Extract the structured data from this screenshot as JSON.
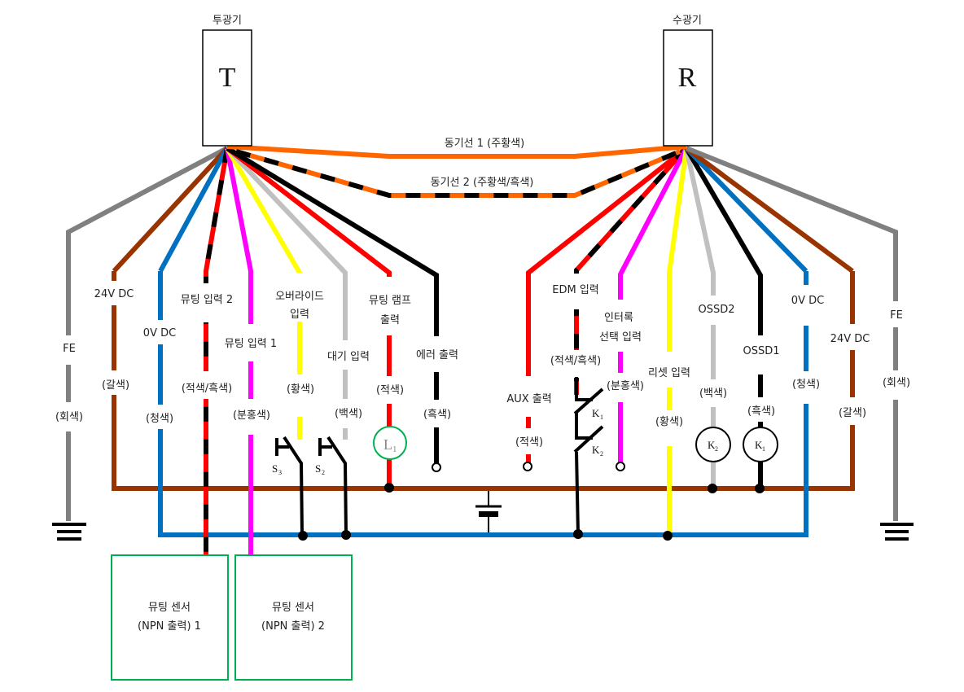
{
  "emitter": {
    "title": "투광기",
    "letter": "T"
  },
  "receiver": {
    "title": "수광기",
    "letter": "R"
  },
  "sync": {
    "line1": "동기선 1 (주황색)",
    "line2": "동기선 2 (주황색/흑색)"
  },
  "colors": {
    "gray": "#808080",
    "brown": "#993300",
    "blue": "#0070C0",
    "red": "#FF0000",
    "black": "#000000",
    "magenta": "#FF00FF",
    "yellow": "#FFFF00",
    "white_wire": "#C0C0C0",
    "orange": "#FF6600",
    "green": "#00B050"
  },
  "emitter_wires": [
    {
      "name": "FE",
      "color": "(회색)"
    },
    {
      "name": "24V DC",
      "color": "(갈색)"
    },
    {
      "name": "0V DC",
      "color": "(청색)"
    },
    {
      "name": "뮤팅 입력 2",
      "color": "(적색/흑색)"
    },
    {
      "name": "뮤팅 입력 1",
      "color": "(분홍색)"
    },
    {
      "name_line1": "오버라이드",
      "name_line2": "입력",
      "color": "(황색)"
    },
    {
      "name": "대기 입력",
      "color": "(백색)"
    },
    {
      "name_line1": "뮤팅 램프",
      "name_line2": "출력",
      "color": "(적색)"
    },
    {
      "name": "에러 출력",
      "color": "(흑색)"
    }
  ],
  "receiver_wires": [
    {
      "name": "AUX 출력",
      "color": "(적색)"
    },
    {
      "name": "EDM 입력",
      "color": "(적색/흑색)"
    },
    {
      "name_line1": "인터록",
      "name_line2": "선택 입력",
      "color": "(분홍색)"
    },
    {
      "name": "리셋 입력",
      "color": "(황색)"
    },
    {
      "name": "OSSD2",
      "color": "(백색)"
    },
    {
      "name": "OSSD1",
      "color": "(흑색)"
    },
    {
      "name": "0V DC",
      "color": "(청색)"
    },
    {
      "name": "24V DC",
      "color": "(갈색)"
    },
    {
      "name": "FE",
      "color": "(회색)"
    }
  ],
  "components": {
    "s3": "S",
    "s3_sub": "3",
    "s2": "S",
    "s2_sub": "2",
    "lamp": "L",
    "lamp_sub": "1",
    "k1": "K",
    "k1_sub": "1",
    "k2": "K",
    "k2_sub": "2"
  },
  "sensors": [
    {
      "line1": "뮤팅 센서",
      "line2": "(NPN 출력) 1"
    },
    {
      "line1": "뮤팅 센서",
      "line2": "(NPN 출력) 2"
    }
  ]
}
